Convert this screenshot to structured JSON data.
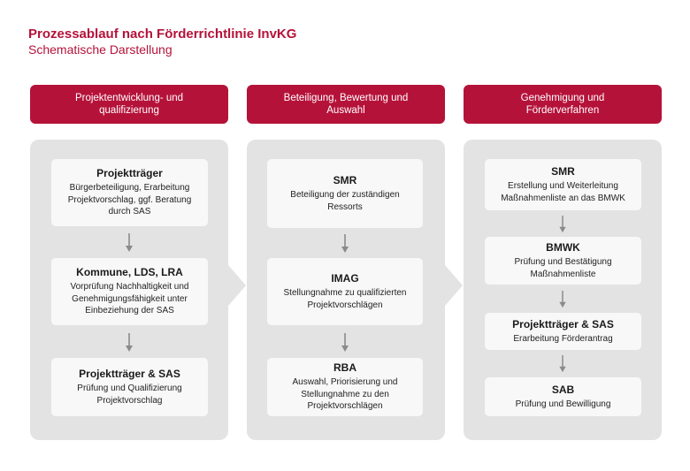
{
  "title": "Prozessablauf nach Förderrichtlinie InvKG",
  "subtitle": "Schematische Darstellung",
  "columns": [
    {
      "header": "Projektentwicklung- und qualifizierung",
      "cards": [
        {
          "title": "Projektträger",
          "text": "Bürgerbeteiligung, Erarbeitung Projektvorschlag, ggf. Beratung durch SAS"
        },
        {
          "title": "Kommune, LDS, LRA",
          "text": "Vorprüfung Nachhaltigkeit und Genehmigungsfähigkeit unter Einbeziehung der SAS"
        },
        {
          "title": "Projektträger & SAS",
          "text": "Prüfung und Qualifizierung Projektvorschlag"
        }
      ]
    },
    {
      "header": "Beteiligung, Bewertung und Auswahl",
      "cards": [
        {
          "title": "SMR",
          "text": "Beteiligung der zuständigen Ressorts"
        },
        {
          "title": "IMAG",
          "text": "Stellungnahme zu qualifizierten Projektvorschlägen"
        },
        {
          "title": "RBA",
          "text": "Auswahl, Priorisierung und Stellungnahme zu den Projektvorschlägen"
        }
      ]
    },
    {
      "header": "Genehmigung und Förderverfahren",
      "cards": [
        {
          "title": "SMR",
          "text": "Erstellung und Weiterleitung Maßnahmenliste an das BMWK"
        },
        {
          "title": "BMWK",
          "text": "Prüfung und Bestätigung Maßnahmenliste"
        },
        {
          "title": "Projektträger & SAS",
          "text": "Erarbeitung Förderantrag"
        },
        {
          "title": "SAB",
          "text": "Prüfung und Bewilligung"
        }
      ]
    }
  ],
  "colors": {
    "accent": "#b5123a",
    "panel": "#e3e3e3",
    "card": "#f8f8f8",
    "arrow": "#8a8a8a"
  }
}
